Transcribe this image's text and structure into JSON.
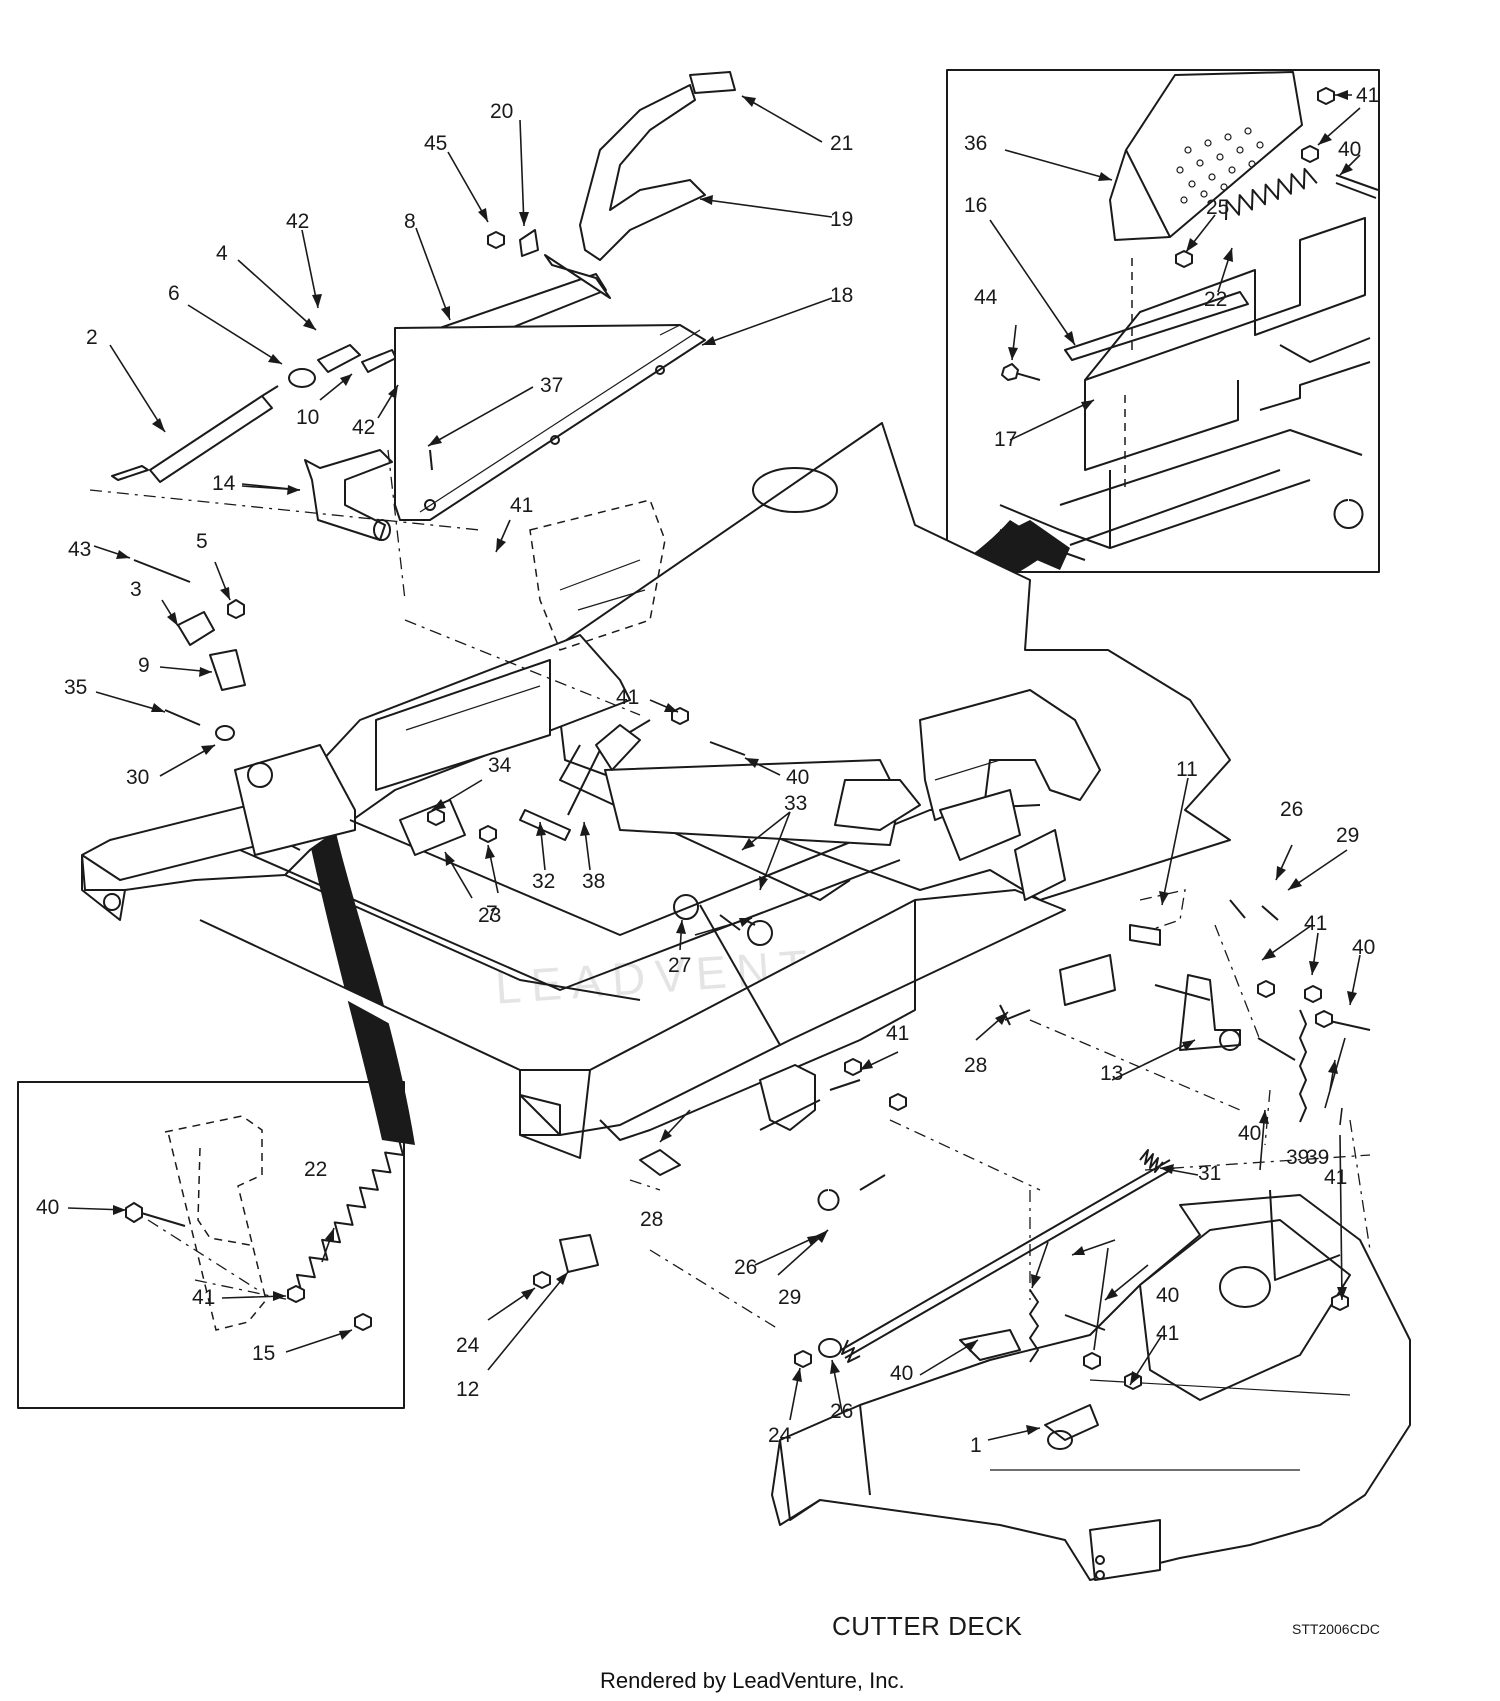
{
  "diagram": {
    "title": "CUTTER DECK",
    "drawing_code": "STT2006CDC",
    "credit": "Rendered by LeadVenture, Inc.",
    "watermark": "LEADVENTURE"
  },
  "callouts": {
    "c1": "1",
    "c2": "2",
    "c3": "3",
    "c4": "4",
    "c5": "5",
    "c6": "6",
    "c7": "7",
    "c8": "8",
    "c9": "9",
    "c10": "10",
    "c11": "11",
    "c12": "12",
    "c13": "13",
    "c14": "14",
    "c15": "15",
    "c16": "16",
    "c17": "17",
    "c18": "18",
    "c19": "19",
    "c20": "20",
    "c21": "21",
    "c22": "22",
    "c23": "23",
    "c24": "24",
    "c25": "25",
    "c26": "26",
    "c27": "27",
    "c28": "28",
    "c29": "29",
    "c30": "30",
    "c31": "31",
    "c32": "32",
    "c33": "33",
    "c34": "34",
    "c35": "35",
    "c36": "36",
    "c37": "37",
    "c38": "38",
    "c39": "39",
    "c40": "40",
    "c41": "41",
    "c42": "42",
    "c43": "43",
    "c44": "44",
    "c45": "45"
  }
}
